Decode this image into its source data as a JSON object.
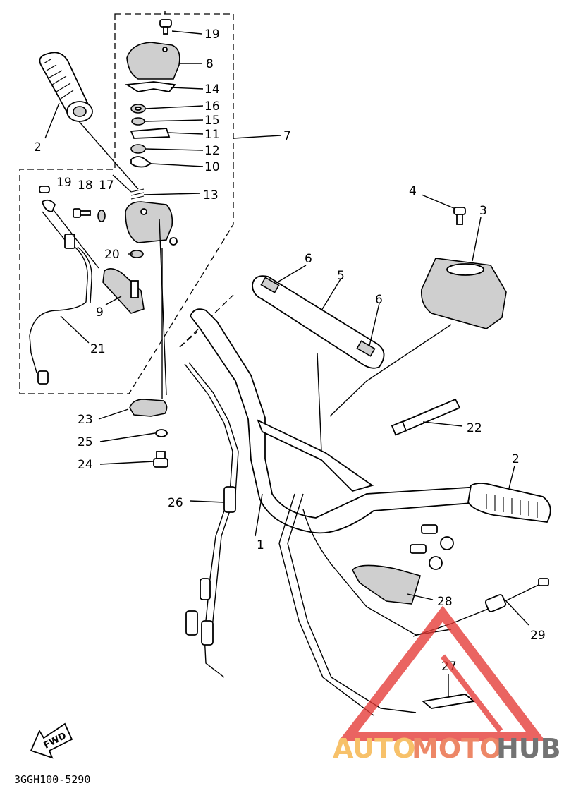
{
  "diagram_code": "3GGH100-5290",
  "fwd_label": "FWD",
  "callouts": [
    {
      "id": "c19a",
      "text": "19"
    },
    {
      "id": "c8",
      "text": "8"
    },
    {
      "id": "c14",
      "text": "14"
    },
    {
      "id": "c16",
      "text": "16"
    },
    {
      "id": "c15",
      "text": "15"
    },
    {
      "id": "c11",
      "text": "11"
    },
    {
      "id": "c12",
      "text": "12"
    },
    {
      "id": "c10",
      "text": "10"
    },
    {
      "id": "c7",
      "text": "7"
    },
    {
      "id": "c13",
      "text": "13"
    },
    {
      "id": "c2a",
      "text": "2"
    },
    {
      "id": "c19b",
      "text": "19"
    },
    {
      "id": "c18",
      "text": "18"
    },
    {
      "id": "c17",
      "text": "17"
    },
    {
      "id": "c20",
      "text": "20"
    },
    {
      "id": "c9",
      "text": "9"
    },
    {
      "id": "c21",
      "text": "21"
    },
    {
      "id": "c23",
      "text": "23"
    },
    {
      "id": "c25",
      "text": "25"
    },
    {
      "id": "c24",
      "text": "24"
    },
    {
      "id": "c26",
      "text": "26"
    },
    {
      "id": "c4",
      "text": "4"
    },
    {
      "id": "c3",
      "text": "3"
    },
    {
      "id": "c6a",
      "text": "6"
    },
    {
      "id": "c5",
      "text": "5"
    },
    {
      "id": "c6b",
      "text": "6"
    },
    {
      "id": "c22",
      "text": "22"
    },
    {
      "id": "c2b",
      "text": "2"
    },
    {
      "id": "c1",
      "text": "1"
    },
    {
      "id": "c28",
      "text": "28"
    },
    {
      "id": "c29",
      "text": "29"
    },
    {
      "id": "c27",
      "text": "27"
    }
  ],
  "watermark": {
    "word_a": "AUTO",
    "word_b": "MOTO",
    "word_c": "HUB",
    "color_a": "#f5b041",
    "color_b": "#e8663d",
    "color_c": "#4d4d4d",
    "triangle_color": "#e53935"
  }
}
